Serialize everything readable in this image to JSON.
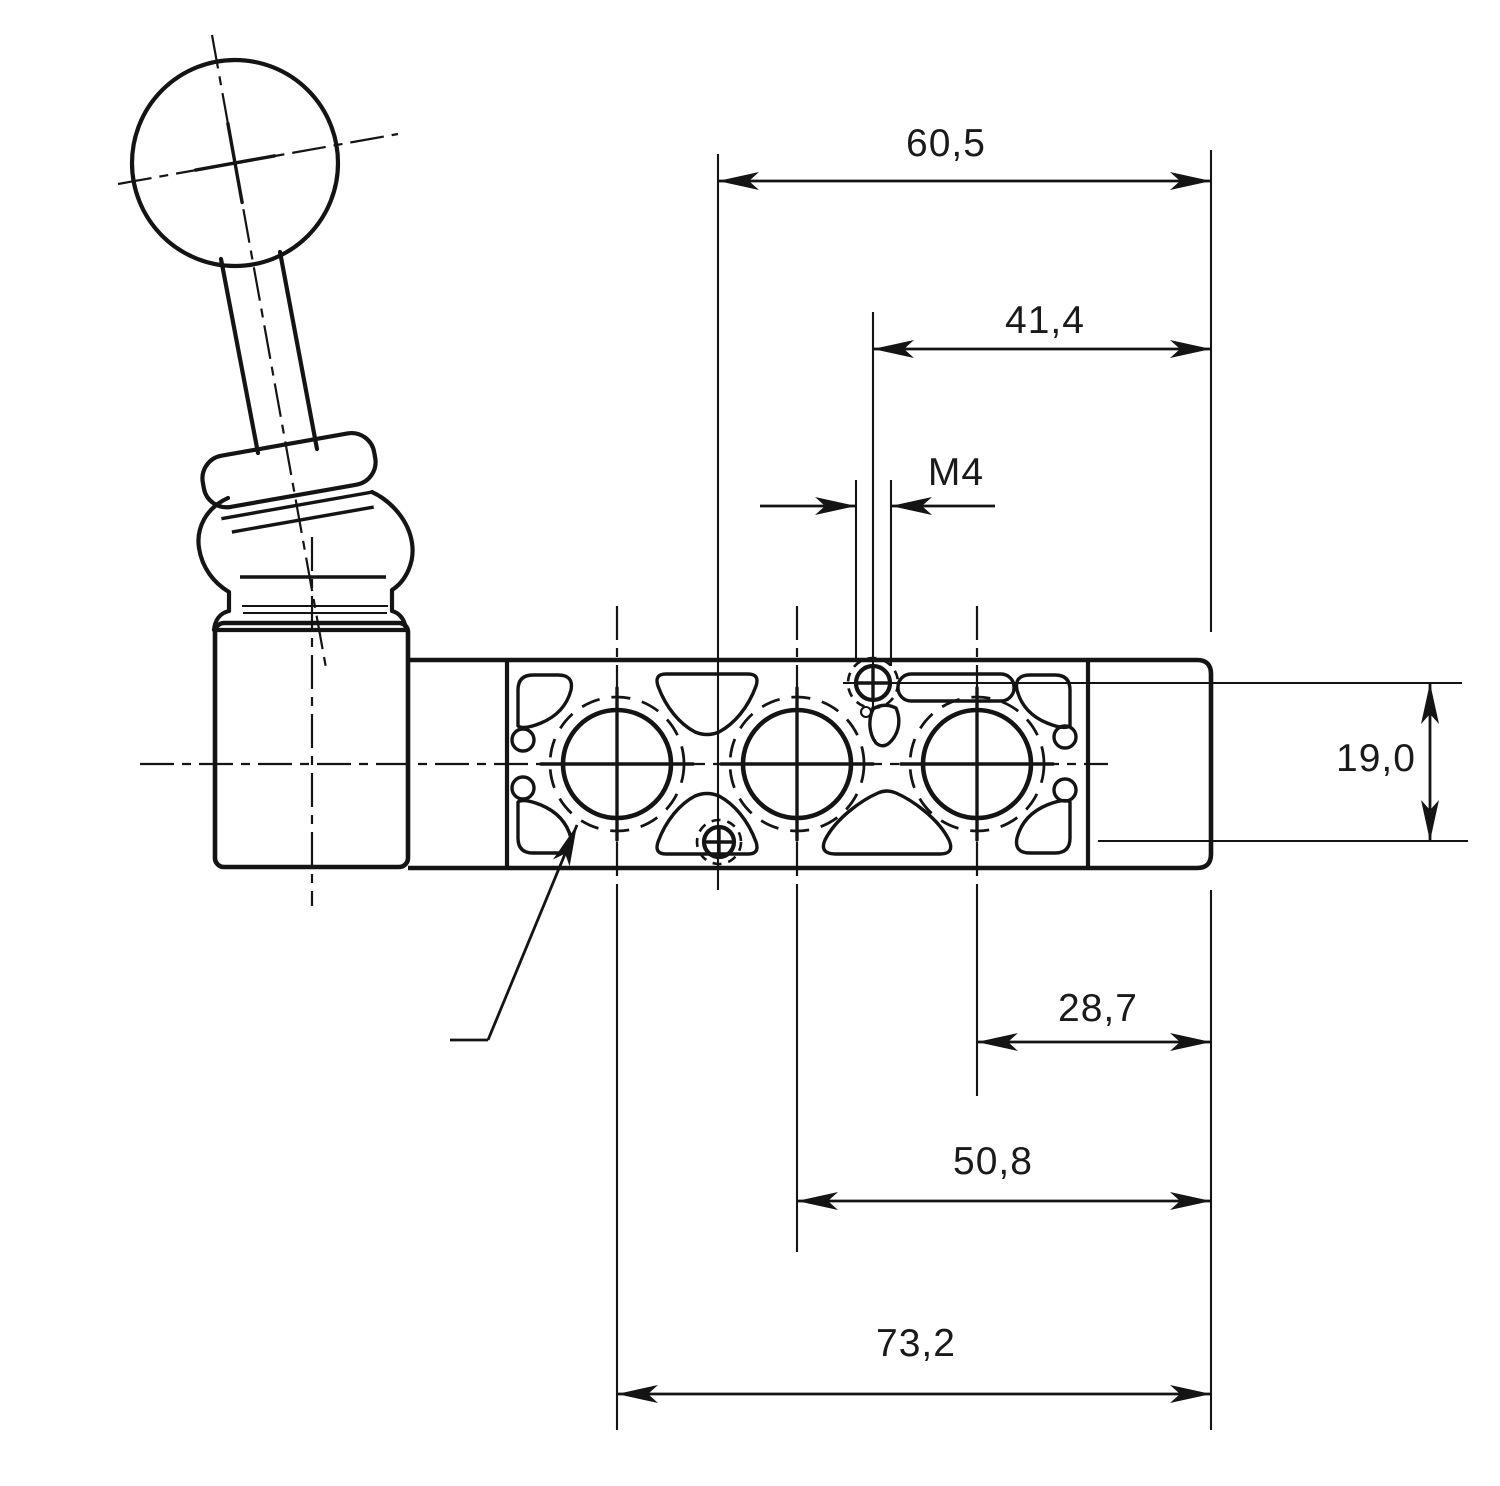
{
  "page": {
    "background": "#ffffff",
    "line_color": "#1a1a1a",
    "drawing_kind": "technical-drawing"
  },
  "dimensions": {
    "top_width": "60,5",
    "screw_offset": "41,4",
    "thread_size": "M4",
    "port_height": "19,0",
    "port3_offset": "28,7",
    "port2_offset": "50,8",
    "port1_offset": "73,2"
  }
}
